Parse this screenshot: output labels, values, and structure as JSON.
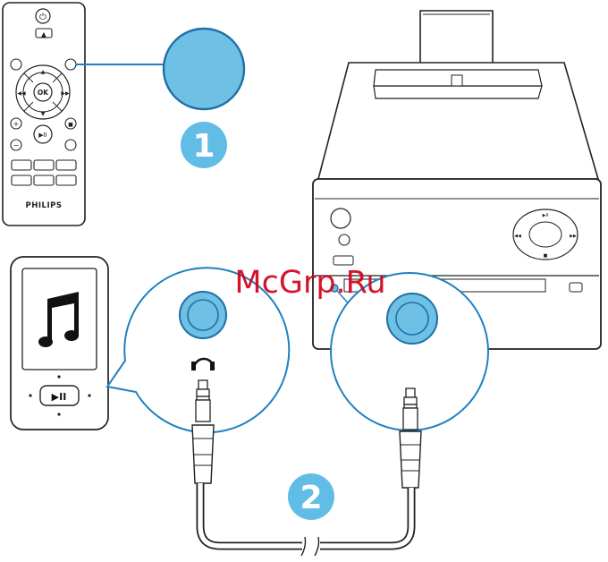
{
  "remote": {
    "brand": "PHILIPS",
    "ok_label": "OK",
    "play_label": "▶II",
    "plus_label": "+",
    "minus_label": "−",
    "power_glyph": "⏻",
    "eject_glyph": "▲",
    "stop_glyph": "■"
  },
  "player": {
    "play_label": "▶II"
  },
  "steps": [
    {
      "label": "1"
    },
    {
      "label": "2"
    }
  ],
  "watermark": "McGrp.Ru",
  "colors": {
    "accent": "#1f80c2",
    "fill_light": "#6ec1e4",
    "step_badge": "#62bde6",
    "watermark": "#d0021b"
  },
  "icons": [
    "power-icon",
    "eject-icon",
    "music-note-icon",
    "headphone-icon",
    "play-pause-icon",
    "ok-button"
  ]
}
